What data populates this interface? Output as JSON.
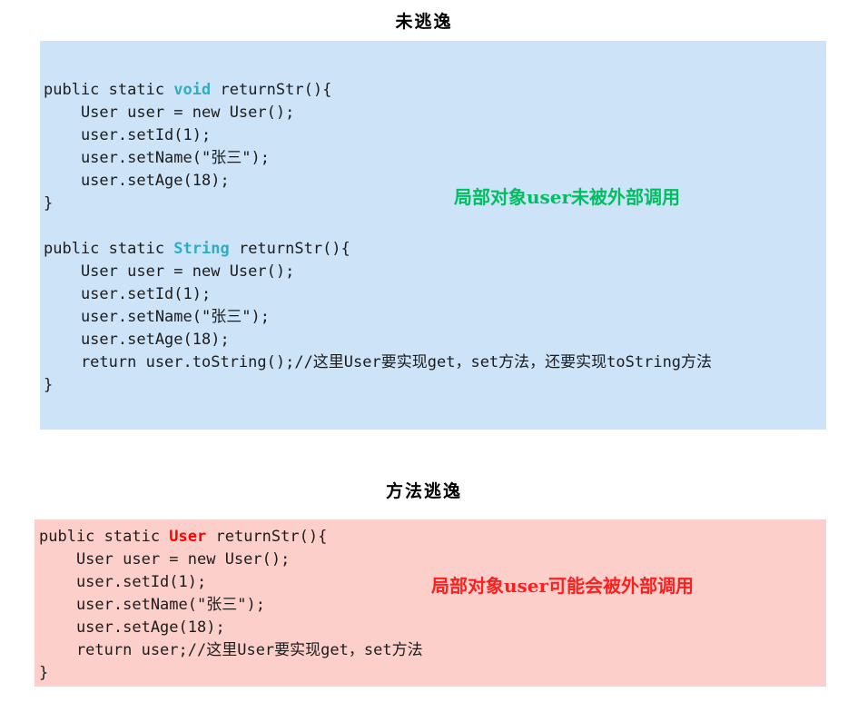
{
  "colors": {
    "blue_bg": "#cce3f8",
    "pink_bg": "#fdcfcb",
    "teal_keyword": "#31adc2",
    "red_keyword": "#ff0000",
    "green_note": "#00bf60",
    "red_note": "#ff1f1f",
    "code_text": "#1c1c1c"
  },
  "section_no_escape": {
    "title": "未逃逸",
    "note": "局部对象user未被外部调用",
    "code_lines": [
      [
        {
          "t": "public static "
        },
        {
          "t": "void",
          "c": "teal_keyword",
          "b": true
        },
        {
          "t": " returnStr(){"
        }
      ],
      "    User user = new User();",
      "    user.setId(1);",
      "    user.setName(\"张三\");",
      "    user.setAge(18);",
      "}",
      "",
      [
        {
          "t": "public static "
        },
        {
          "t": "String",
          "c": "teal_keyword",
          "b": true
        },
        {
          "t": " returnStr(){"
        }
      ],
      "    User user = new User();",
      "    user.setId(1);",
      "    user.setName(\"张三\");",
      "    user.setAge(18);",
      "    return user.toString();//这里User要实现get，set方法，还要实现toString方法",
      "}"
    ]
  },
  "section_method_escape": {
    "title": "方法逃逸",
    "note": "局部对象user可能会被外部调用",
    "code_lines": [
      [
        {
          "t": "public static "
        },
        {
          "t": "User",
          "c": "red_keyword",
          "b": true
        },
        {
          "t": " returnStr(){"
        }
      ],
      "    User user = new User();",
      "    user.setId(1);",
      "    user.setName(\"张三\");",
      "    user.setAge(18);",
      "    return user;//这里User要实现get，set方法",
      "}"
    ]
  }
}
